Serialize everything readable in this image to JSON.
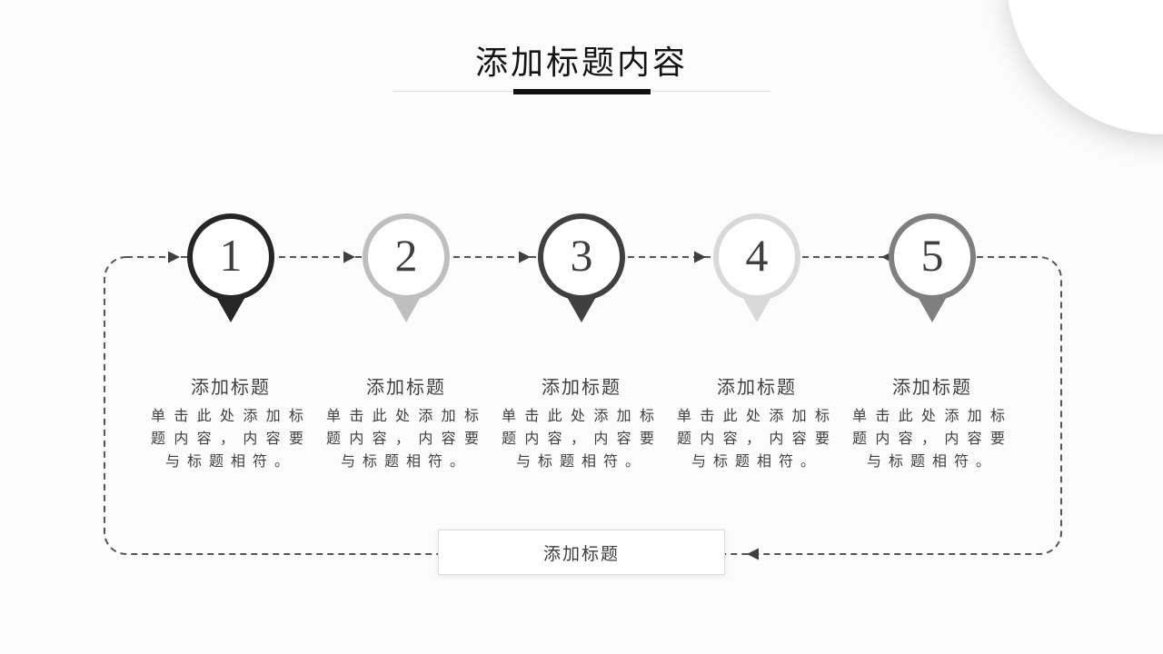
{
  "slide": {
    "title": "添加标题内容",
    "bottom_box_label": "添加标题"
  },
  "steps": [
    {
      "number": "1",
      "color": "#262626",
      "heading": "添加标题",
      "body": "单击此处添加标题内容，内容要与标题相符。"
    },
    {
      "number": "2",
      "color": "#bfbfbf",
      "heading": "添加标题",
      "body": "单击此处添加标题内容，内容要与标题相符。"
    },
    {
      "number": "3",
      "color": "#404040",
      "heading": "添加标题",
      "body": "单击此处添加标题内容，内容要与标题相符。"
    },
    {
      "number": "4",
      "color": "#d9d9d9",
      "heading": "添加标题",
      "body": "单击此处添加标题内容，内容要与标题相符。"
    },
    {
      "number": "5",
      "color": "#7f7f7f",
      "heading": "添加标题",
      "body": "单击此处添加标题内容，内容要与标题相符。"
    }
  ],
  "flow": {
    "line_color": "#555555",
    "arrow_color": "#3f3f3f"
  },
  "colors": {
    "title_text": "#141414",
    "underline_accent": "#111111",
    "underline_base": "#dedede",
    "number_text": "#3f3f3f",
    "body_text": "#3f3f3f"
  }
}
